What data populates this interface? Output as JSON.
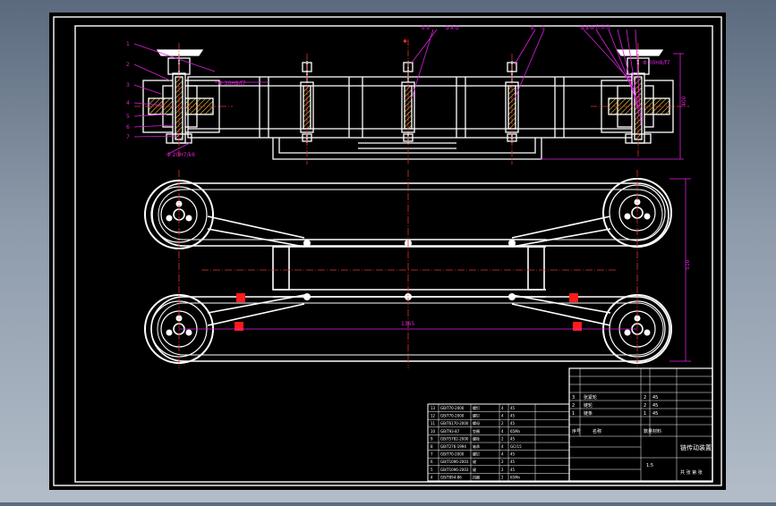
{
  "drawing": {
    "dimensions": {
      "top_height": "400",
      "side_height": "510",
      "center_length": "1365"
    },
    "top_view_tags": [
      "①②",
      "③④⑤",
      "⑥",
      "⑦",
      "⑧⑨⑩⑪⑫⑬"
    ],
    "fit_labels": [
      "Φ 30H8/f7",
      "Φ 20H7/k6",
      "Φ 30H8/f7"
    ],
    "left_leaders": [
      "1",
      "2",
      "3",
      "4",
      "5",
      "6",
      "7"
    ]
  },
  "parts_list": {
    "rows": [
      [
        "13",
        "GB/T70-2000",
        "螺钉",
        "4",
        "45"
      ],
      [
        "12",
        "GB/T70-2000",
        "螺钉",
        "4",
        "45"
      ],
      [
        "11",
        "GB/T6170-2000",
        "螺母",
        "2",
        "45"
      ],
      [
        "10",
        "GB/T93-87",
        "垫圈",
        "4",
        "65Mn"
      ],
      [
        "9",
        "GB/T5782-2000",
        "螺栓",
        "2",
        "45"
      ],
      [
        "8",
        "GB/T276-1994",
        "轴承",
        "4",
        "GCr15"
      ],
      [
        "7",
        "GB/T70-2000",
        "螺钉",
        "4",
        "45"
      ],
      [
        "6",
        "GB/T1096-2003",
        "键",
        "2",
        "45"
      ],
      [
        "5",
        "GB/T1096-2003",
        "键",
        "2",
        "45"
      ],
      [
        "4",
        "GB/T894-86",
        "挡圈",
        "2",
        "65Mn"
      ]
    ]
  },
  "title_block": {
    "rows": [
      [
        "3",
        "张紧轮",
        "2",
        "45"
      ],
      [
        "2",
        "链轮",
        "2",
        "45"
      ],
      [
        "1",
        "链条",
        "1",
        "45"
      ]
    ],
    "header": [
      "序号",
      "名称",
      "数量",
      "材料"
    ],
    "drawing_name": "链传动装置",
    "scale": "1:5",
    "sheet": "共 张 第 张"
  }
}
